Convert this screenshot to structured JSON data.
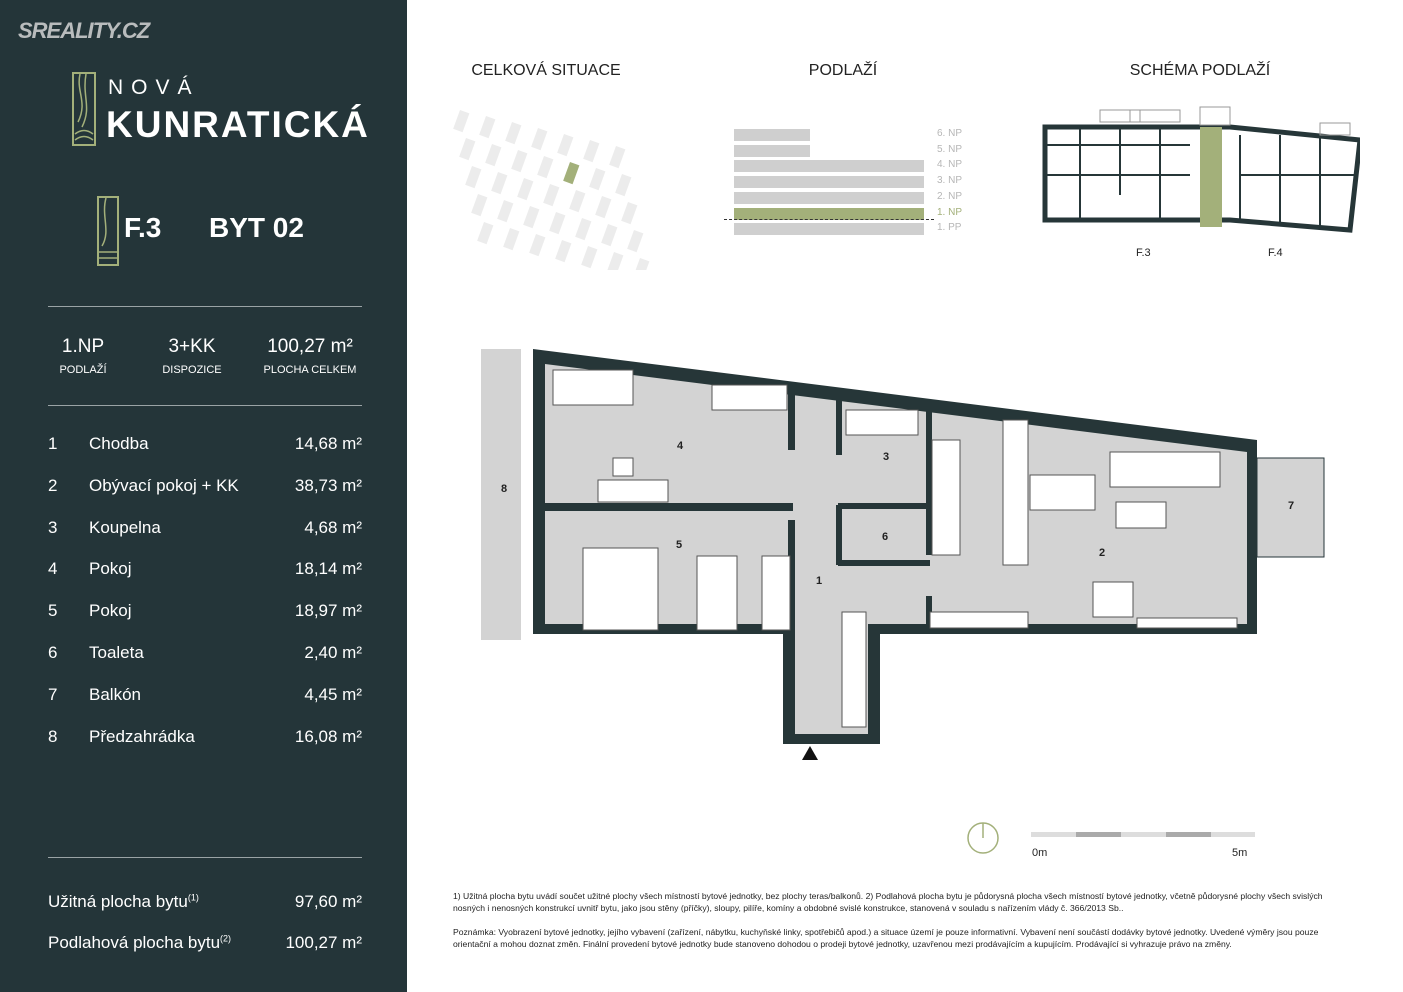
{
  "brand": {
    "site": "SREALITY.CZ",
    "project_line1": "NOVÁ",
    "project_line2": "KUNRATICKÁ"
  },
  "unit": {
    "building": "F.3",
    "apartment": "BYT 02"
  },
  "summary": [
    {
      "value": "1.NP",
      "label": "PODLAŽÍ"
    },
    {
      "value": "3+KK",
      "label": "DISPOZICE"
    },
    {
      "value": "100,27 m²",
      "label": "PLOCHA CELKEM"
    }
  ],
  "rooms": [
    {
      "num": "1",
      "name": "Chodba",
      "area": "14,68 m²"
    },
    {
      "num": "2",
      "name": "Obývací pokoj + KK",
      "area": "38,73 m²"
    },
    {
      "num": "3",
      "name": "Koupelna",
      "area": "4,68 m²"
    },
    {
      "num": "4",
      "name": "Pokoj",
      "area": "18,14 m²"
    },
    {
      "num": "5",
      "name": "Pokoj",
      "area": "18,97 m²"
    },
    {
      "num": "6",
      "name": "Toaleta",
      "area": "2,40 m²"
    },
    {
      "num": "7",
      "name": "Balkón",
      "area": "4,45 m²"
    },
    {
      "num": "8",
      "name": "Předzahrádka",
      "area": "16,08 m²"
    }
  ],
  "totals": [
    {
      "label": "Užitná plocha bytu",
      "sup": "(1)",
      "area": "97,60 m²"
    },
    {
      "label": "Podlahová plocha bytu",
      "sup": "(2)",
      "area": "100,27 m²"
    }
  ],
  "headers": {
    "situation": "CELKOVÁ SITUACE",
    "floors": "PODLAŽÍ",
    "scheme": "SCHÉMA PODLAŽÍ"
  },
  "floors": [
    "6. NP",
    "5. NP",
    "4. NP",
    "3. NP",
    "2. NP",
    "1. NP",
    "1. PP"
  ],
  "scheme_labels": [
    "F.3",
    "F.4"
  ],
  "scale": {
    "start": "0m",
    "end": "5m"
  },
  "plan_labels": [
    "1",
    "2",
    "3",
    "4",
    "5",
    "6",
    "7",
    "8"
  ],
  "footnote1": "1) Užitná plocha bytu uvádí součet užitné plochy všech místností bytové jednotky, bez plochy teras/balkonů. 2) Podlahová plocha bytu je půdorysná plocha všech místností bytové jednotky, včetně půdorysné plochy všech svislých nosných i nenosných konstrukcí uvnitř bytu, jako jsou stěny (příčky), sloupy, pilíře, komíny a obdobné svislé konstrukce, stanovená v souladu s nařízením vlády č. 366/2013 Sb..",
  "footnote2": "Poznámka: Vyobrazení bytové jednotky, jejího vybavení (zařízení, nábytku, kuchyňské linky, spotřebičů apod.) a situace území je pouze informativní. Vybavení není součástí dodávky bytové jednotky. Uvedené výměry jsou pouze orientační a mohou doznat změn. Finální provedení bytové jednotky bude stanoveno dohodou o prodeji bytové jednotky, uzavřenou mezi prodávajícím a kupujícím. Prodávající si vyhrazuje právo na změny.",
  "colors": {
    "sidebar": "#243539",
    "accent": "#a3b07a",
    "wall": "#263638",
    "room": "#d3d3d3"
  }
}
